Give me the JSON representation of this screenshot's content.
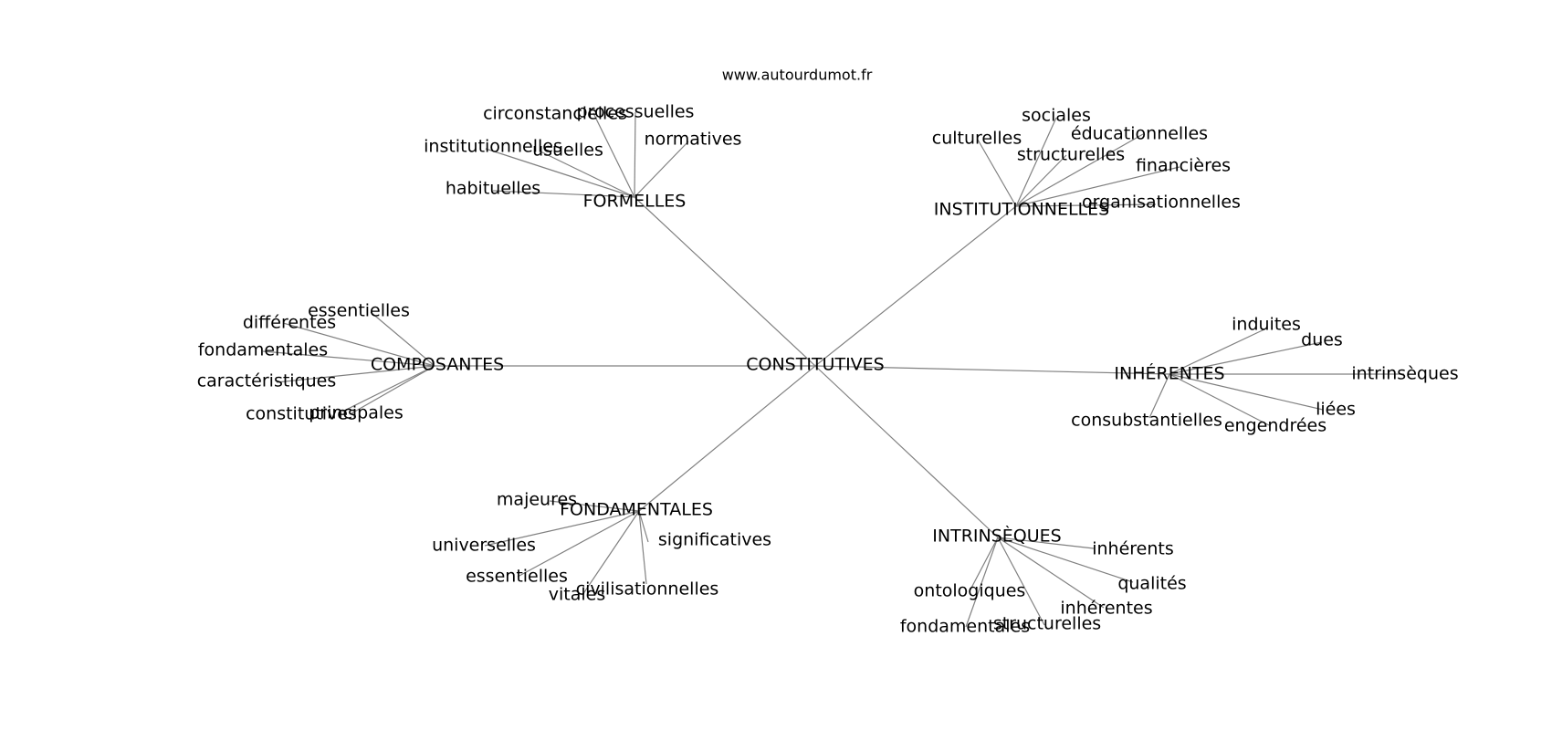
{
  "source": "www.autourdumot.fr",
  "center": "CONSTITUTIVES",
  "groups": [
    {
      "label": "FORMELLES",
      "children": [
        "circonstancielles",
        "processuelles",
        "normatives",
        "institutionnelles",
        "usuelles",
        "habituelles"
      ]
    },
    {
      "label": "INSTITUTIONNELLES",
      "children": [
        "sociales",
        "culturelles",
        "éducationnelles",
        "structurelles",
        "financières",
        "organisationnelles"
      ]
    },
    {
      "label": "COMPOSANTES",
      "children": [
        "essentielles",
        "différentes",
        "fondamentales",
        "caractéristiques",
        "constitutives",
        "principales"
      ]
    },
    {
      "label": "INHÉRENTES",
      "children": [
        "induites",
        "dues",
        "intrinsèques",
        "liées",
        "consubstantielles",
        "engendrées"
      ]
    },
    {
      "label": "FONDAMENTALES",
      "children": [
        "majeures",
        "universelles",
        "significatives",
        "essentielles",
        "vitales",
        "civilisationnelles"
      ]
    },
    {
      "label": "INTRINSÈQUES",
      "children": [
        "inhérents",
        "qualités",
        "ontologiques",
        "inhérentes",
        "fondamentales",
        "structurelles"
      ]
    }
  ]
}
